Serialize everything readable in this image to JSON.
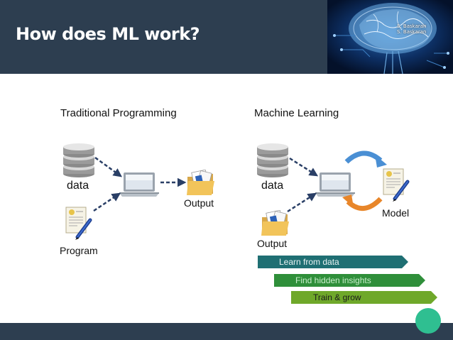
{
  "slide": {
    "title": "How does ML work?",
    "brand_lines": [
      "S. Baskaran",
      "S. Baskaran"
    ]
  },
  "traditional": {
    "heading": "Traditional Programming",
    "data_label": "data",
    "program_label": "Program",
    "output_label": "Output"
  },
  "ml": {
    "heading": "Machine Learning",
    "data_label": "data",
    "output_label": "Output",
    "model_label": "Model"
  },
  "benefits": [
    {
      "label": "Learn from data",
      "color": "#1f6f73"
    },
    {
      "label": "Find hidden insights",
      "color": "#2f8f3a"
    },
    {
      "label": "Train & grow",
      "color": "#6fa82a"
    }
  ],
  "colors": {
    "header": "#2d3e50",
    "accent": "#2fbf91",
    "arrow": "#2a3f66"
  },
  "icons": [
    "database-icon",
    "laptop-icon",
    "folder-document-icon",
    "certificate-document-icon",
    "cycle-arrow-icon",
    "brain-image"
  ]
}
